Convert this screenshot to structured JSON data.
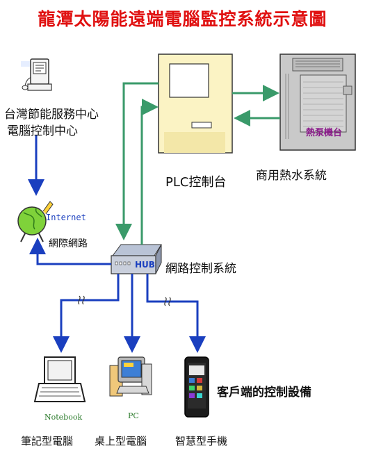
{
  "title": "龍潭太陽能遠端電腦監控系統示意圖",
  "nodes": {
    "control_center": {
      "line1": "台灣節能服務中心",
      "line2": "電腦控制中心"
    },
    "plc": {
      "label": "PLC控制台"
    },
    "heat_pump": {
      "unit_text": "熱泵機台",
      "label": "商用熱水系統"
    },
    "internet": {
      "badge": "Internet",
      "label": "網際網路"
    },
    "hub": {
      "badge": "HUB",
      "label": "網路控制系統"
    },
    "notebook": {
      "caption": "Notebook",
      "label": "筆記型電腦"
    },
    "pc": {
      "caption": "PC",
      "label": "桌上型電腦"
    },
    "phone": {
      "label": "智慧型手機"
    },
    "client_group": {
      "label": "客戶端的控制設備"
    }
  },
  "colors": {
    "title": "#e01010",
    "link_blue": "#1a3fbf",
    "link_green": "#3a9a6a",
    "heat_pump_text": "#8a1a8a"
  }
}
